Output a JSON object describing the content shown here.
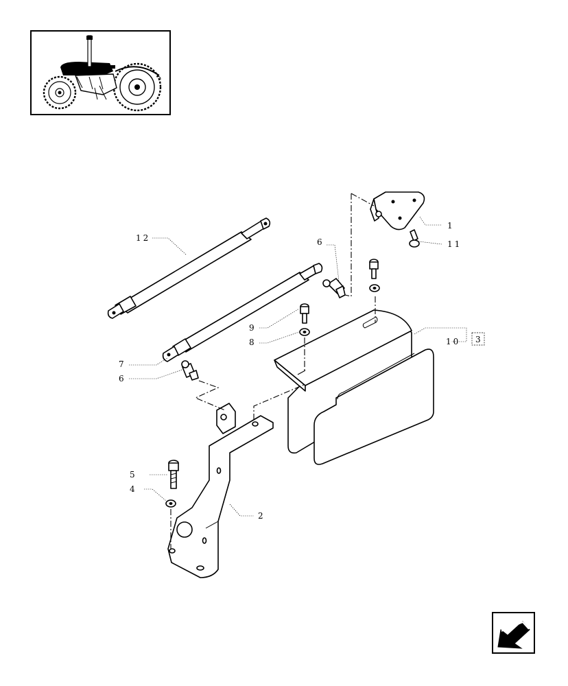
{
  "callouts": [
    {
      "id": "c1",
      "label": "1"
    },
    {
      "id": "c2",
      "label": "2"
    },
    {
      "id": "c3",
      "label": "3"
    },
    {
      "id": "c4",
      "label": "4"
    },
    {
      "id": "c5",
      "label": "5"
    },
    {
      "id": "c6a",
      "label": "6"
    },
    {
      "id": "c6b",
      "label": "6"
    },
    {
      "id": "c7",
      "label": "7"
    },
    {
      "id": "c8",
      "label": "8"
    },
    {
      "id": "c9",
      "label": "9"
    },
    {
      "id": "c10",
      "label": "10"
    },
    {
      "id": "c11",
      "label": "11"
    },
    {
      "id": "c12",
      "label": "12"
    }
  ],
  "thumbnail": {
    "icon": "tractor-icon"
  },
  "navigation": {
    "icon": "back-arrow-icon"
  }
}
